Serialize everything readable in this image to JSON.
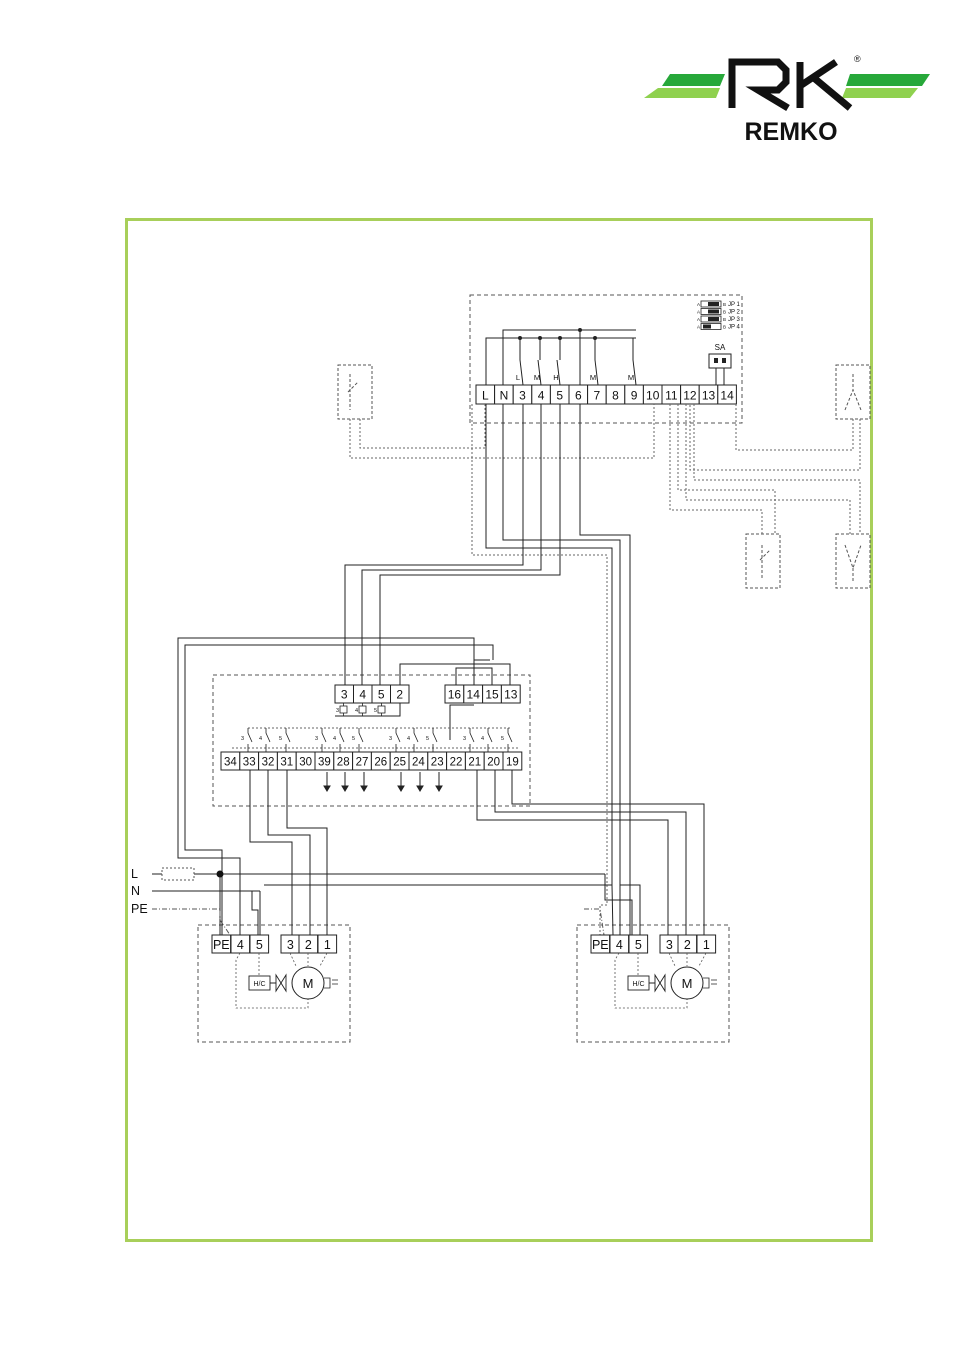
{
  "brand": {
    "name": "REMKO",
    "registered_mark": "®",
    "colors": {
      "stripe_dark": "#27a83a",
      "stripe_light": "#8fd14f",
      "frame": "#a8cf5a"
    }
  },
  "main_controller": {
    "terminals": [
      "L",
      "N",
      "3",
      "4",
      "5",
      "6",
      "7",
      "8",
      "9",
      "10",
      "11",
      "12",
      "13",
      "14"
    ],
    "relay_labels": [
      "L",
      "M",
      "H",
      "M",
      "M"
    ],
    "jumpers": [
      {
        "side_a": "A",
        "side_b": "B",
        "label": "JP 1"
      },
      {
        "side_a": "A",
        "side_b": "B",
        "label": "JP 2"
      },
      {
        "side_a": "A",
        "side_b": "B",
        "label": "JP 3"
      },
      {
        "side_a": "A",
        "side_b": "B",
        "label": "JP 4"
      }
    ],
    "sa_label": "SA"
  },
  "relay_module": {
    "upper_left_terminals": [
      "3",
      "4",
      "5",
      "2"
    ],
    "upper_right_terminals": [
      "16",
      "14",
      "15",
      "13"
    ],
    "coil_labels": [
      "3",
      "4",
      "5"
    ],
    "lower_terminals": [
      "34",
      "33",
      "32",
      "31",
      "30",
      "39",
      "28",
      "27",
      "26",
      "25",
      "24",
      "23",
      "22",
      "21",
      "20",
      "19"
    ],
    "contact_labels": [
      "3",
      "4",
      "5",
      "3",
      "4",
      "5",
      "3",
      "4",
      "5",
      "3",
      "4",
      "5"
    ]
  },
  "supply": {
    "lines": [
      "L",
      "N",
      "PE"
    ]
  },
  "units": [
    {
      "terminals": [
        "PE",
        "4",
        "5",
        "3",
        "2",
        "1"
      ],
      "valve_label": "H/C",
      "motor_label": "M"
    },
    {
      "terminals": [
        "PE",
        "4",
        "5",
        "3",
        "2",
        "1"
      ],
      "valve_label": "H/C",
      "motor_label": "M"
    }
  ]
}
